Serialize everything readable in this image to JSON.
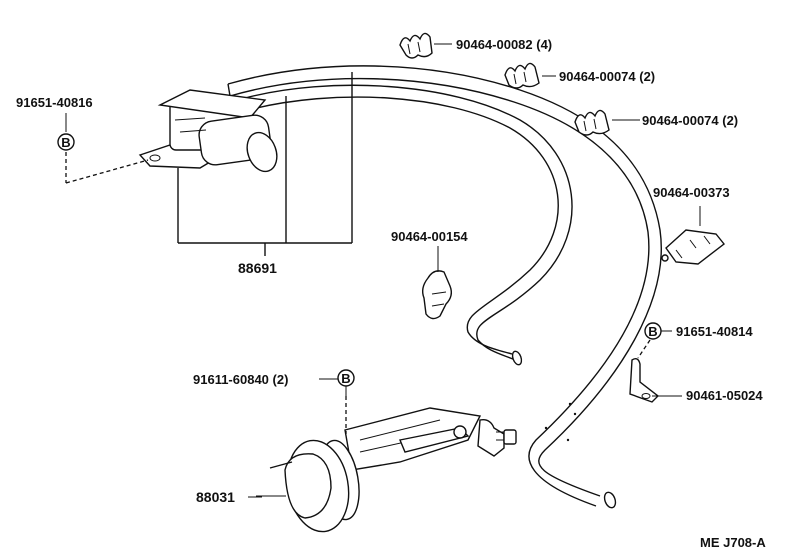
{
  "labels": {
    "clip_top": "90464-00082 (4)",
    "clip_mid1": "90464-00074 (2)",
    "clip_mid2": "90464-00074 (2)",
    "bolt_left": "91651-40816",
    "clip_right": "90464-00373",
    "clip_center": "90464-00154",
    "bolt_right": "91651-40814",
    "bracket_right": "90461-05024",
    "bolt_bottom": "91611-60840 (2)",
    "valve_assy": "88691",
    "actuator": "88031",
    "diagram_code": "ME J708-A"
  },
  "symbols": {
    "bolt_symbol": "B"
  }
}
